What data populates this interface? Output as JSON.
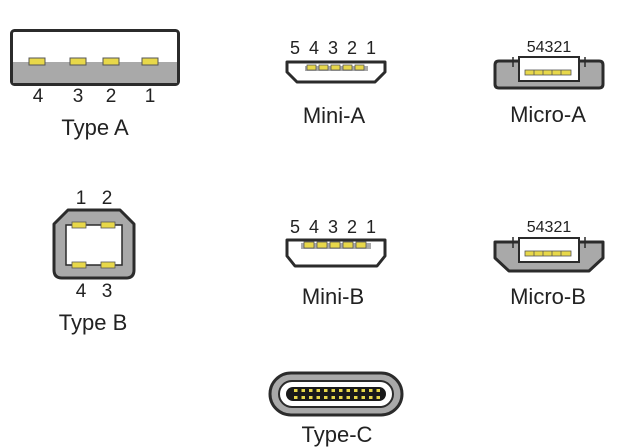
{
  "connectors": {
    "type_a": {
      "name": "Type A",
      "pins": [
        "4",
        "3",
        "2",
        "1"
      ]
    },
    "mini_a": {
      "name": "Mini-A",
      "pins": "5 4 3 2 1"
    },
    "micro_a": {
      "name": "Micro-A",
      "pins": "54321"
    },
    "type_b": {
      "name": "Type B",
      "pins_top": [
        "1",
        "2"
      ],
      "pins_bottom": [
        "4",
        "3"
      ]
    },
    "mini_b": {
      "name": "Mini-B",
      "pins": "5 4 3 2 1"
    },
    "micro_b": {
      "name": "Micro-B",
      "pins": "54321"
    },
    "type_c": {
      "name": "Type-C"
    }
  },
  "colors": {
    "outline": "#2b2b2b",
    "shell": "#a9a9a9",
    "pin": "#e8d84a",
    "white": "#ffffff"
  }
}
